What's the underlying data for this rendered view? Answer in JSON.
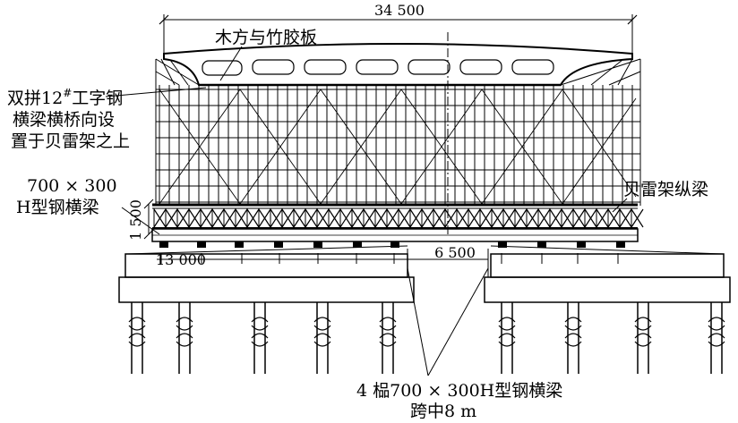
{
  "labels": {
    "top_width": "34 500",
    "deck": "木方与竹胶板",
    "i_beam_line1": "双拼12",
    "i_beam_sup": "#",
    "i_beam_line1_tail": "工字钢",
    "i_beam_line2": "横梁横桥向设",
    "i_beam_line3": "置于贝雷架之上",
    "h_beam_line1": "700 × 300",
    "h_beam_line2": "H型钢横梁",
    "height_dim": "1 500",
    "bailey": "贝雷架纵梁",
    "span_left": "13 000",
    "span_mid": "6 500",
    "bottom_line1": "4 榀700 × 300H型钢横梁",
    "bottom_line2": "跨中8 m"
  }
}
